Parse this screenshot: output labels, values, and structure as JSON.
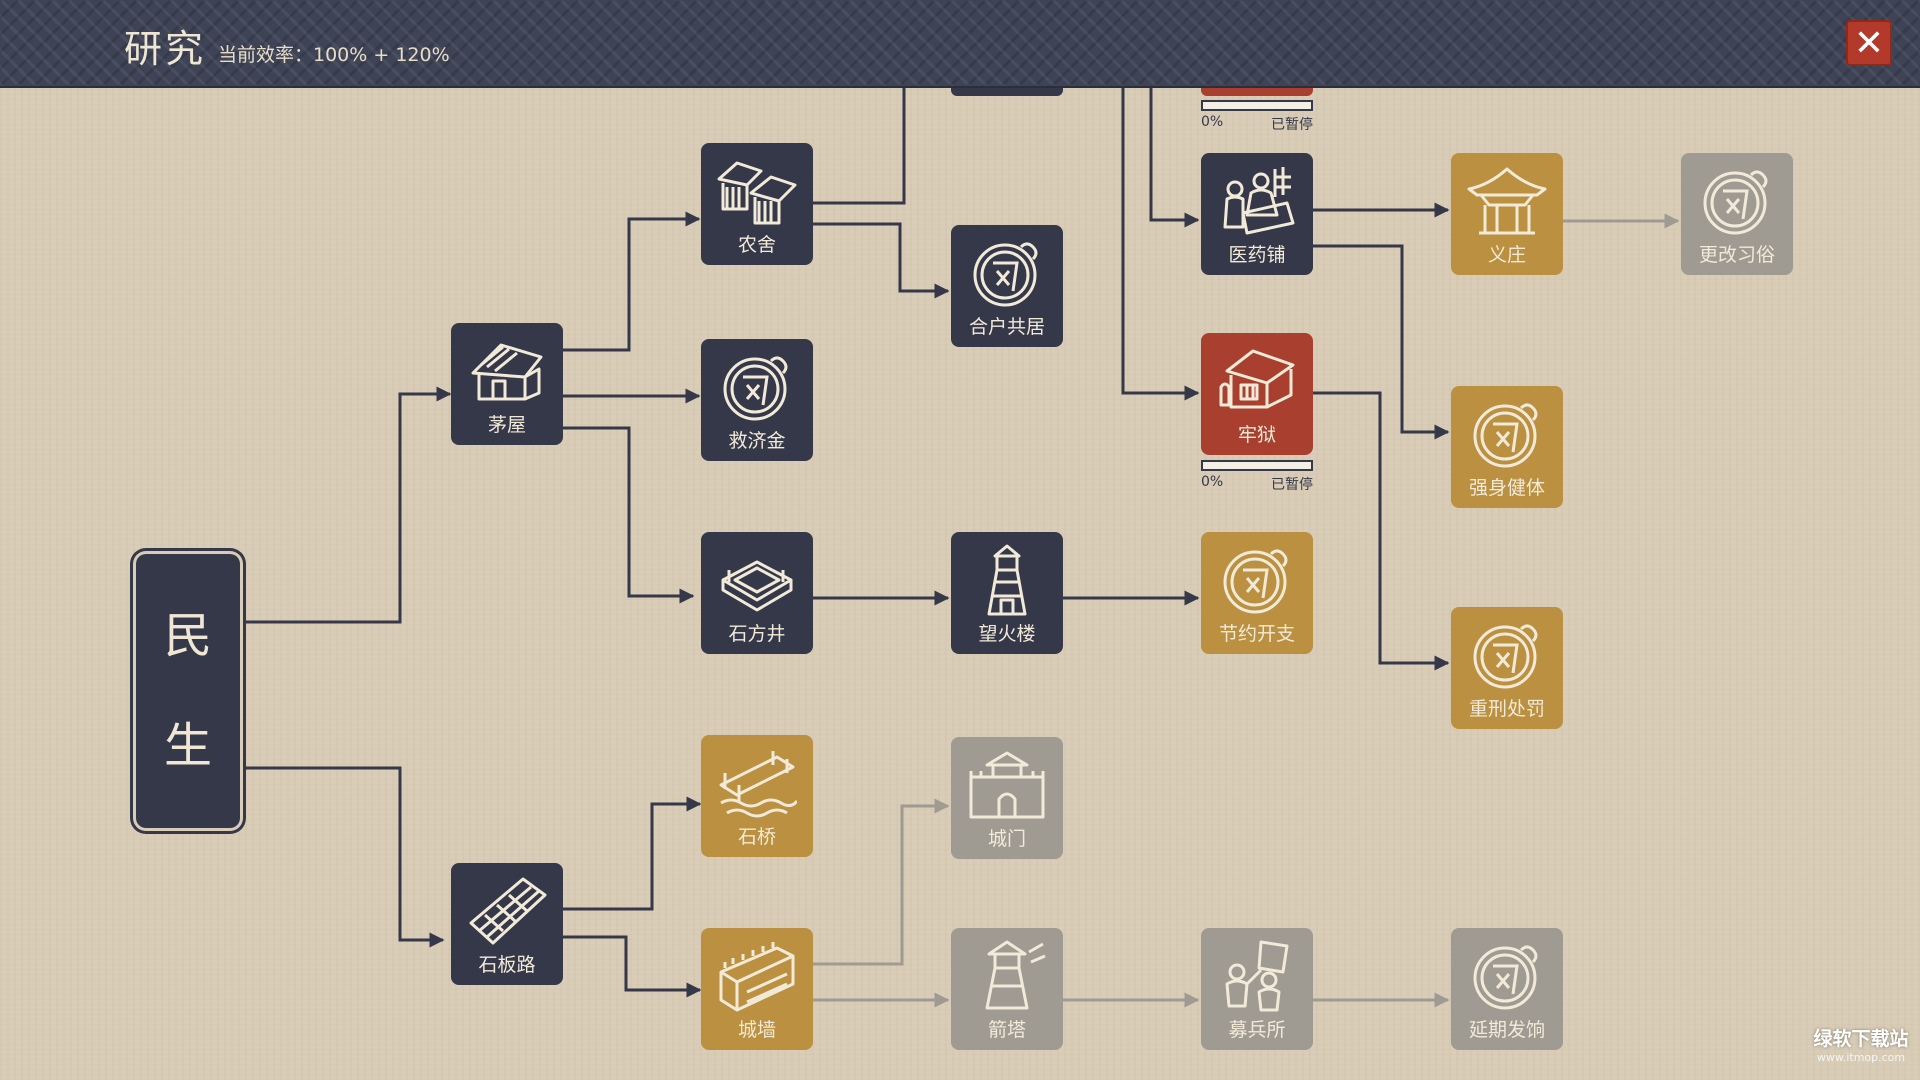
{
  "header": {
    "title": "研究",
    "efficiency": "当前效率：100% + 120%",
    "close_icon": "close-x"
  },
  "root": {
    "chars": [
      "民",
      "生"
    ]
  },
  "nodes": [
    {
      "id": "maowu",
      "label": "茅屋",
      "style": "dark",
      "icon": "thatched-hut-icon"
    },
    {
      "id": "shibanlu",
      "label": "石板路",
      "style": "dark",
      "icon": "stone-road-icon"
    },
    {
      "id": "nongshe",
      "label": "农舍",
      "style": "dark",
      "icon": "farmhouse-icon"
    },
    {
      "id": "jiujijin",
      "label": "救济金",
      "style": "dark",
      "icon": "feng-seal-icon"
    },
    {
      "id": "shifangjing",
      "label": "石方井",
      "style": "dark",
      "icon": "stone-well-icon"
    },
    {
      "id": "shiqiao",
      "label": "石桥",
      "style": "gold",
      "icon": "stone-bridge-icon"
    },
    {
      "id": "chengqiang",
      "label": "城墙",
      "style": "gold",
      "icon": "city-wall-icon"
    },
    {
      "id": "hehugongju",
      "label": "合户共居",
      "style": "dark",
      "icon": "feng-seal-icon"
    },
    {
      "id": "wanghuolou",
      "label": "望火楼",
      "style": "dark",
      "icon": "fire-tower-icon"
    },
    {
      "id": "chengmen",
      "label": "城门",
      "style": "grey",
      "icon": "city-gate-icon"
    },
    {
      "id": "jianta",
      "label": "箭塔",
      "style": "grey",
      "icon": "arrow-tower-icon"
    },
    {
      "id": "yiyaopu",
      "label": "医药铺",
      "style": "dark",
      "icon": "pharmacy-icon"
    },
    {
      "id": "laoyu",
      "label": "牢狱",
      "style": "red",
      "icon": "prison-icon"
    },
    {
      "id": "jieyuekaizhi",
      "label": "节约开支",
      "style": "gold",
      "icon": "feng-seal-icon"
    },
    {
      "id": "mubingsuo",
      "label": "募兵所",
      "style": "grey",
      "icon": "recruit-office-icon"
    },
    {
      "id": "yizhuang",
      "label": "义庄",
      "style": "gold",
      "icon": "shrine-icon"
    },
    {
      "id": "qiangshenjianti",
      "label": "强身健体",
      "style": "gold",
      "icon": "feng-seal-icon"
    },
    {
      "id": "zhongxingchufa",
      "label": "重刑处罚",
      "style": "gold",
      "icon": "feng-seal-icon"
    },
    {
      "id": "yanqifaxiang",
      "label": "延期发饷",
      "style": "grey",
      "icon": "feng-seal-icon"
    },
    {
      "id": "gaigaixisu",
      "label": "更改习俗",
      "style": "grey",
      "icon": "feng-seal-icon"
    }
  ],
  "progress": [
    {
      "id": "top",
      "pct_text": "0%",
      "status": "已暂停",
      "value": 0
    },
    {
      "id": "laoyu",
      "pct_text": "0%",
      "status": "已暂停",
      "value": 0
    }
  ],
  "watermark": {
    "line1": "绿软下载站",
    "line2": "www.itmop.com"
  },
  "colors": {
    "dark": "#353849",
    "gold": "#bb9040",
    "red": "#a9402f",
    "grey": "#9f9a92",
    "line": "#353849",
    "line_grey": "#9f9a92"
  }
}
